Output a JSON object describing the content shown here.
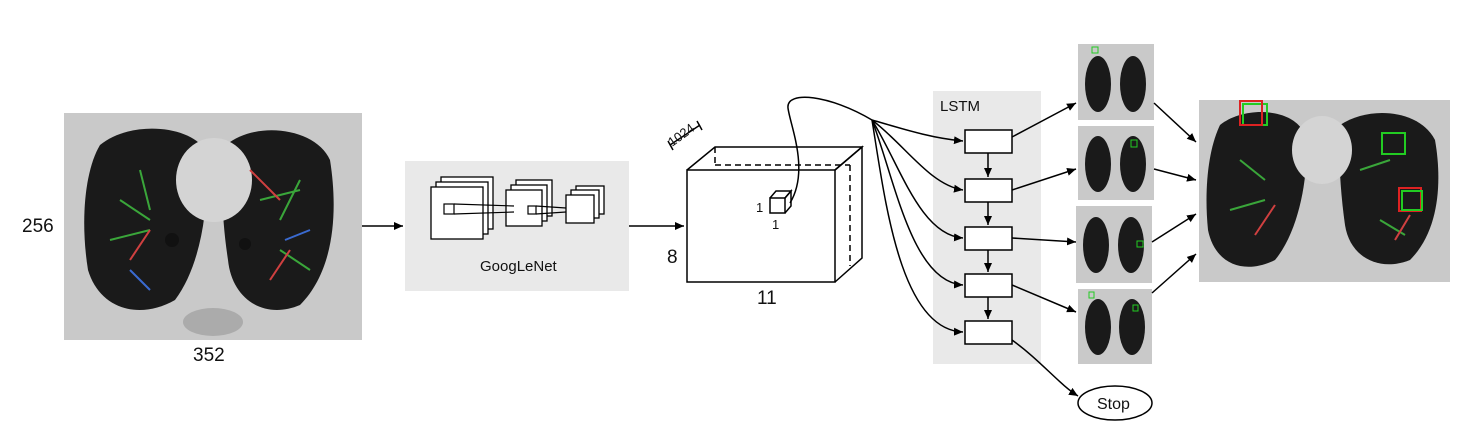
{
  "input_scan": {
    "width_label": "352",
    "height_label": "256"
  },
  "cnn": {
    "label": "GoogLeNet"
  },
  "feature_map": {
    "depth_label": "1024",
    "height_label": "8",
    "width_label": "11",
    "cell_label_a": "1",
    "cell_label_b": "1"
  },
  "lstm": {
    "label": "LSTM",
    "cell_count": 5
  },
  "stop": {
    "label": "Stop"
  },
  "colors": {
    "gray_panel": "#e9e9e9",
    "lung_bg": "#c9c9c9",
    "box_green": "#22cc22",
    "box_red": "#dd2222"
  }
}
